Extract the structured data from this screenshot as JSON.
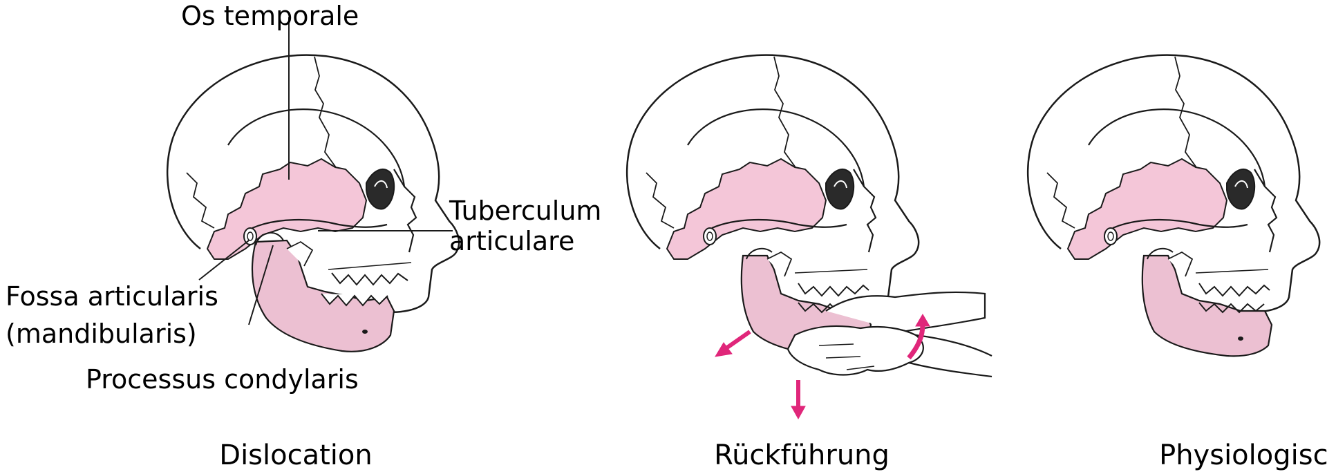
{
  "labels": {
    "os_temporale": "Os temporale",
    "tuberculum_1": "Tuberculum",
    "tuberculum_2": "articulare",
    "fossa_1": "Fossa articularis",
    "fossa_2": "(mandibularis)",
    "processus": "Processus condylaris"
  },
  "captions": {
    "left": "Dislocation",
    "middle": "Rückführung",
    "right": "Physiologisch"
  },
  "colors": {
    "bone_highlight": "#f4c6d8",
    "mandible": "#ecc0d2",
    "arrow": "#e0267a",
    "outline": "#1a1a1a"
  }
}
